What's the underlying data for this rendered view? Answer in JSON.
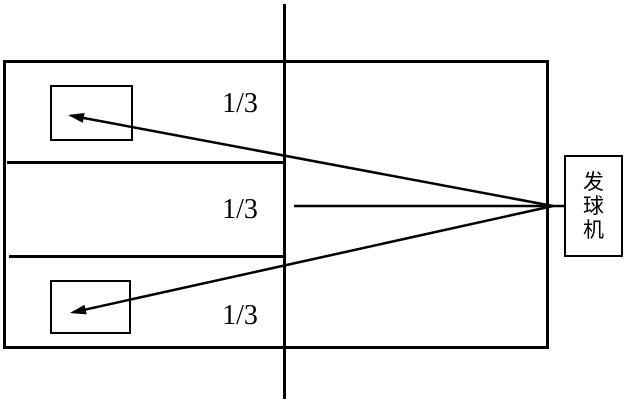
{
  "figure": {
    "type": "serving-machine-target-diagram",
    "zones": [
      {
        "label": "1/3"
      },
      {
        "label": "1/3"
      },
      {
        "label": "1/3"
      }
    ],
    "machine": {
      "label": "发球机"
    },
    "colors": {
      "line": "#000000",
      "background": "#ffffff",
      "text": "#000000"
    }
  }
}
